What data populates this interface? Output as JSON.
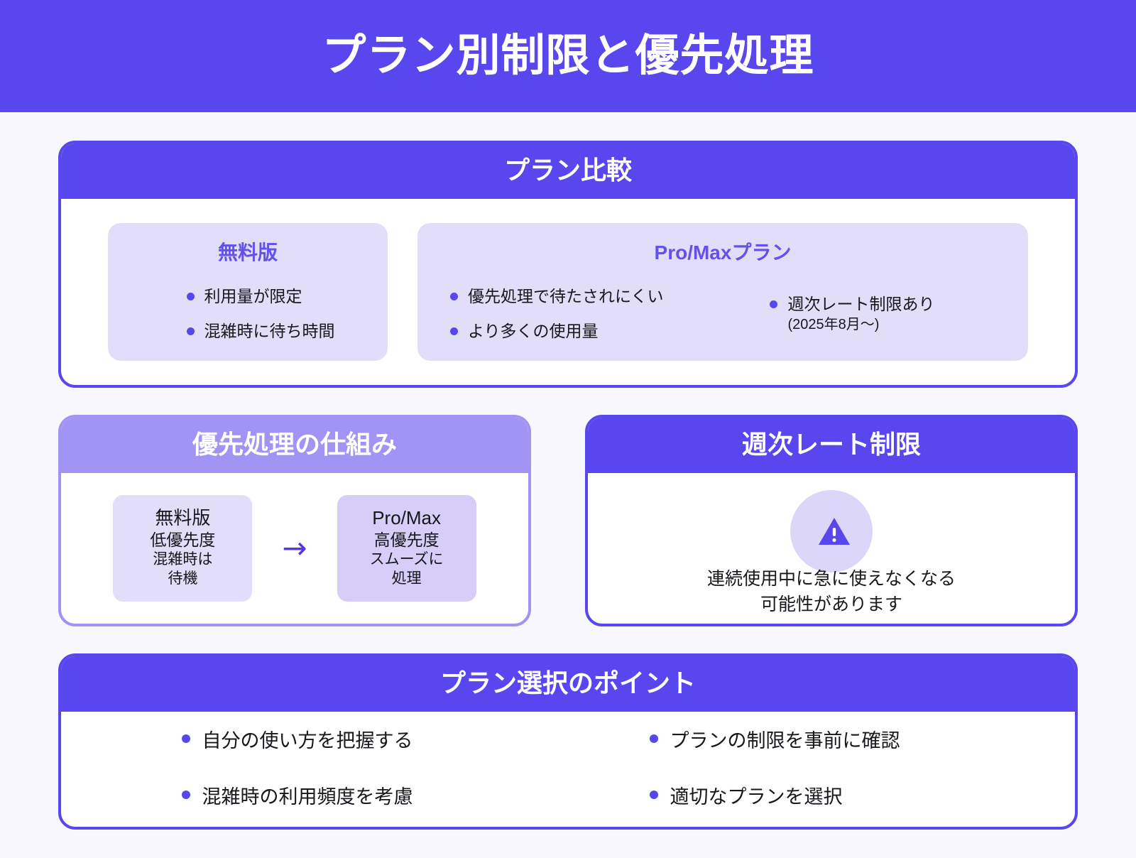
{
  "header": {
    "title": "プラン別制限と優先処理"
  },
  "colors": {
    "primary": "#5846EE",
    "primary_light": "#A294F5",
    "lavender_bg": "#E2DEFA",
    "lavender_deep": "#D6CEF8",
    "page_bg": "#F8F7FD",
    "heading_text": "#6252EB"
  },
  "compare": {
    "title": "プラン比較",
    "free": {
      "name": "無料版",
      "features": [
        {
          "text": "利用量が限定"
        },
        {
          "text": "混雑時に待ち時間"
        }
      ]
    },
    "pro": {
      "name": "Pro/Maxプラン",
      "features_col1": [
        {
          "text": "優先処理で待たされにくい"
        },
        {
          "text": "より多くの使用量"
        }
      ],
      "features_col2": [
        {
          "text": "週次レート制限あり",
          "sub": "(2025年8月〜)"
        }
      ]
    }
  },
  "flow": {
    "title": "優先処理の仕組み",
    "arrow": "→",
    "from": {
      "name": "無料版",
      "line1": "低優先度",
      "line2": "混雑時は",
      "line3": "待機"
    },
    "to": {
      "name": "Pro/Max",
      "line1": "高優先度",
      "line2": "スムーズに",
      "line3": "処理"
    }
  },
  "rate": {
    "title": "週次レート制限",
    "icon": "warning-triangle-icon",
    "line1": "連続使用中に急に使えなくなる",
    "line2": "可能性があります"
  },
  "points": {
    "title": "プラン選択のポイント",
    "items": [
      {
        "text": "自分の使い方を把握する"
      },
      {
        "text": "プランの制限を事前に確認"
      },
      {
        "text": "混雑時の利用頻度を考慮"
      },
      {
        "text": "適切なプランを選択"
      }
    ]
  }
}
